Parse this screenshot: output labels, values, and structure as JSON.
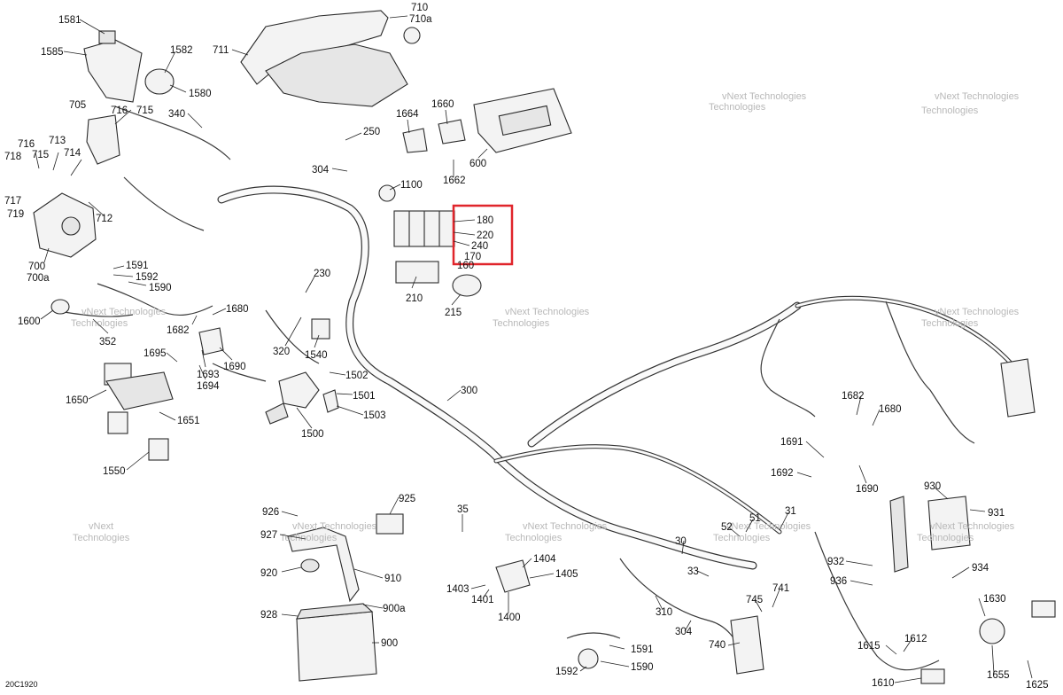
{
  "diagram_code": "20C1920",
  "watermark": "vNext Technologies",
  "watermark_lines": [
    "vNext",
    "Technologies"
  ],
  "highlight_color": "#e0252b",
  "highlight_labels": [
    "180",
    "220",
    "240",
    "170",
    "160"
  ],
  "labels": [
    "1581",
    "1585",
    "1582",
    "1580",
    "710",
    "710a",
    "711",
    "705",
    "716",
    "715",
    "340",
    "716",
    "715",
    "713",
    "714",
    "718",
    "717",
    "719",
    "712",
    "700",
    "700a",
    "250",
    "1664",
    "1660",
    "600",
    "304",
    "1662",
    "1100",
    "1591",
    "1592",
    "1590",
    "1600",
    "352",
    "230",
    "210",
    "215",
    "1680",
    "1682",
    "320",
    "1695",
    "1693",
    "1694",
    "1690",
    "1540",
    "1502",
    "1501",
    "1503",
    "1650",
    "1651",
    "1550",
    "1500",
    "300",
    "1682",
    "1680",
    "1691",
    "1692",
    "1690",
    "930",
    "931",
    "932",
    "934",
    "936",
    "925",
    "926",
    "927",
    "920",
    "910",
    "928",
    "900a",
    "900",
    "35",
    "1404",
    "1405",
    "1403",
    "1401",
    "1400",
    "51",
    "52",
    "31",
    "30",
    "33",
    "310",
    "304",
    "741",
    "745",
    "740",
    "1630",
    "1612",
    "1615",
    "1610",
    "1655",
    "1625",
    "1591",
    "1592",
    "1590"
  ]
}
